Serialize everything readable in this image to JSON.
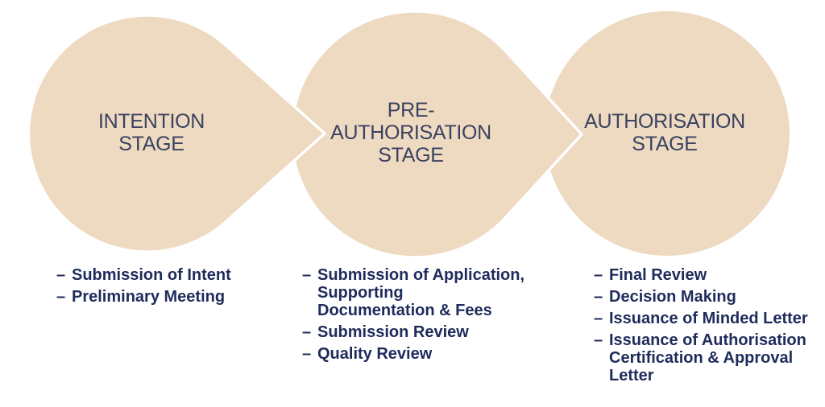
{
  "figure": {
    "bullet_marker": "–",
    "colors": {
      "background": "#ffffff",
      "shape-fill": "#eed9c1",
      "gap-color": "#ffffff",
      "title-color": "#3a4260",
      "bullet-color": "#1f2b5b"
    },
    "stages": [
      {
        "name": "Intention Stage",
        "title": "INTENTION\nSTAGE",
        "bullets": [
          "Submission of Intent",
          "Preliminary Meeting"
        ]
      },
      {
        "name": "Pre-Authorisation Stage",
        "title": "PRE-\nAUTHORISATION\nSTAGE",
        "bullets": [
          "Submission of Application,\nSupporting\nDocumentation & Fees",
          "Submission Review",
          "Quality Review"
        ]
      },
      {
        "name": "Authorisation Stage",
        "title": "AUTHORISATION\nSTAGE",
        "bullets": [
          "Final Review",
          "Decision Making",
          "Issuance of Minded Letter",
          "Issuance of Authorisation\nCertification & Approval\nLetter"
        ]
      }
    ]
  }
}
